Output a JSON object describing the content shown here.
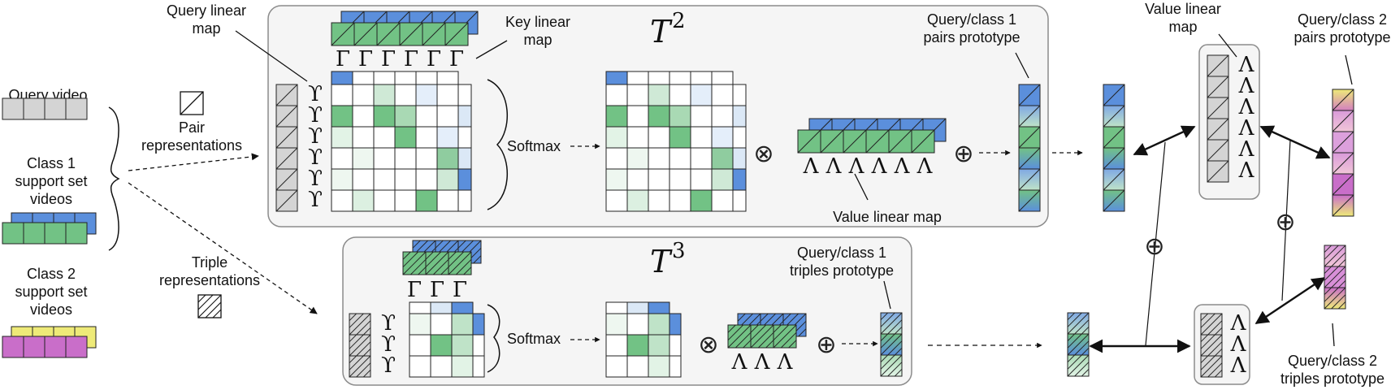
{
  "labels": {
    "query_video": "Query video",
    "class1_support": [
      "Class 1",
      "support set",
      "videos"
    ],
    "class2_support": [
      "Class 2",
      "support set",
      "videos"
    ],
    "pair_representations": [
      "Pair",
      "representations"
    ],
    "triple_representations": [
      "Triple",
      "representations"
    ],
    "query_linear_map": [
      "Query linear",
      "map"
    ],
    "key_linear_map": [
      "Key linear",
      "map"
    ],
    "value_linear_map_pairs": "Value linear map",
    "value_linear_map_right": [
      "Value linear",
      "map"
    ],
    "softmax_pairs": "Softmax",
    "softmax_triples": "Softmax",
    "pairs_prototype_c1": [
      "Query/class 1",
      "pairs prototype"
    ],
    "triples_prototype_c1": [
      "Query/class 1",
      "triples prototype"
    ],
    "pairs_prototype_c2": [
      "Query/class 2",
      "pairs prototype"
    ],
    "triples_prototype_c2": [
      "Query/class 2",
      "triples prototype"
    ]
  },
  "titles": {
    "t2": {
      "base": "T",
      "sup": "2"
    },
    "t3": {
      "base": "T",
      "sup": "3"
    }
  },
  "symbols": {
    "gamma": "Γ",
    "lambda": "Λ",
    "upsilon": "ϒ",
    "otimes": "⊗",
    "oplus": "⊕"
  },
  "colors": {
    "query_gray": "#d4d4d4",
    "class1_green": "#72c285",
    "class2_magenta": "#c96ec9",
    "key_blue": "#5b8fdc",
    "class2_yellow": "#eeea78",
    "panel_fill": "#f5f5f5",
    "panel_border": "#8c8c8c"
  }
}
